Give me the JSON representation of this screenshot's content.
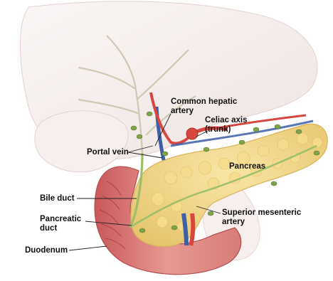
{
  "labels": {
    "common_hepatic_artery": "Common hepatic\nartery",
    "celiac_axis": "Celiac axis\n(trunk)",
    "portal_vein": "Portal vein",
    "pancreas": "Pancreas",
    "bile_duct": "Bile duct",
    "pancreatic_duct": "Pancreatic\nduct",
    "superior_mesenteric_artery": "Superior mesenteric\nartery",
    "duodenum": "Duodenum"
  },
  "colors": {
    "pancreas": "#f2d98a",
    "artery": "#d9463f",
    "vein": "#3d5fa8",
    "duct": "#9cbf6a",
    "duodenum": "#d97a7a",
    "liver_outline": "#e9dcd8"
  }
}
